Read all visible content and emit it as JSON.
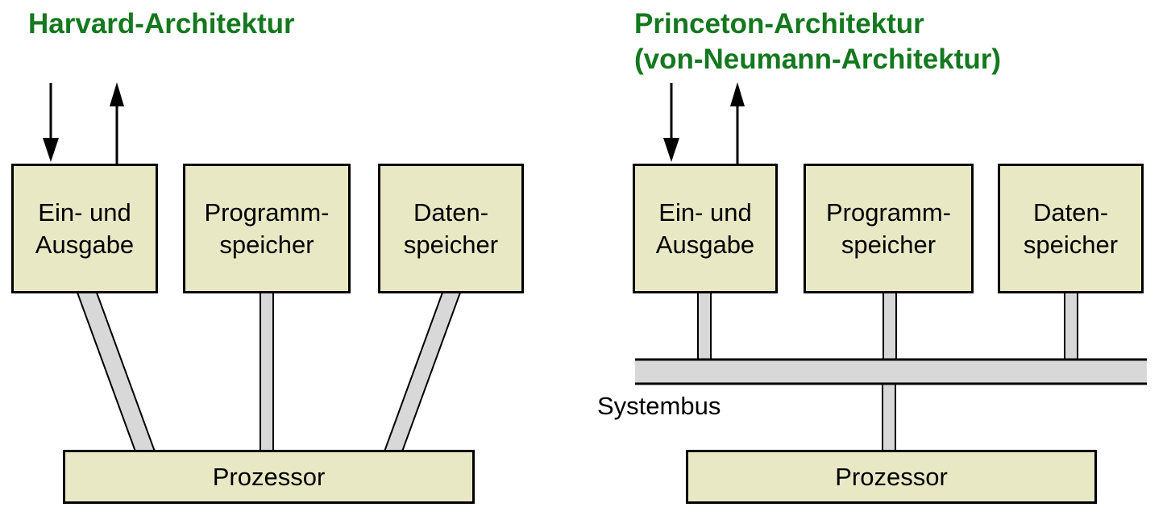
{
  "colors": {
    "title": "#14781e",
    "box_fill": "#e9e8c5",
    "connector_fill": "#d8d8d8",
    "outline": "#000000",
    "background": "#ffffff",
    "text": "#000000"
  },
  "harvard": {
    "title": "Harvard-Architektur",
    "io_box": {
      "line1": "Ein- und",
      "line2": "Ausgabe"
    },
    "program_box": {
      "line1": "Programm-",
      "line2": "speicher"
    },
    "data_box": {
      "line1": "Daten-",
      "line2": "speicher"
    },
    "processor_label": "Prozessor"
  },
  "princeton": {
    "title_line1": "Princeton-Architektur",
    "title_line2": "(von-Neumann-Architektur)",
    "io_box": {
      "line1": "Ein- und",
      "line2": "Ausgabe"
    },
    "program_box": {
      "line1": "Programm-",
      "line2": "speicher"
    },
    "data_box": {
      "line1": "Daten-",
      "line2": "speicher"
    },
    "bus_label": "Systembus",
    "processor_label": "Prozessor"
  }
}
